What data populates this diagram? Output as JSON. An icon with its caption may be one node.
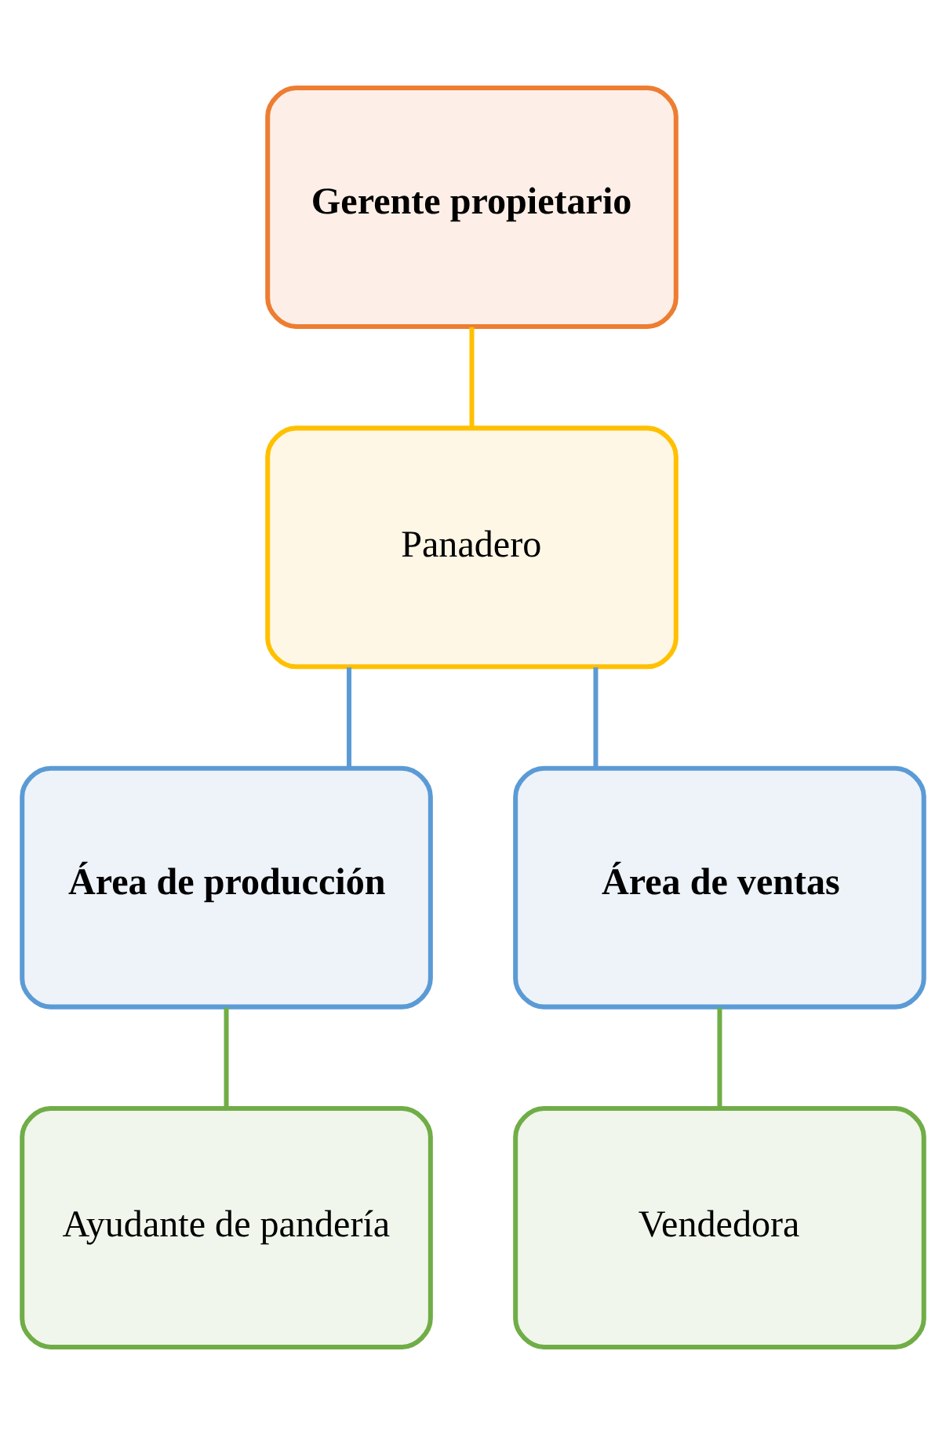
{
  "diagram": {
    "nodes": [
      {
        "text": [
          "Gerente propietario"
        ]
      },
      {
        "text": [
          "Panadero"
        ]
      },
      {
        "text": [
          "Área de producción"
        ]
      },
      {
        "text": [
          "Área de ventas"
        ]
      },
      {
        "text": [
          "Ayudante de pandería"
        ]
      },
      {
        "text": [
          "Vendedora"
        ]
      }
    ],
    "edges": [
      {
        "from": 0,
        "to": 1,
        "arrow": "none",
        "color": "#ffc000"
      },
      {
        "from": 1,
        "to": 2,
        "arrow": "none",
        "color": "#5b9bd5"
      },
      {
        "from": 1,
        "to": 3,
        "arrow": "none",
        "color": "#5b9bd5"
      },
      {
        "from": 2,
        "to": 4,
        "arrow": "none",
        "color": "#70ad47"
      },
      {
        "from": 3,
        "to": 5,
        "arrow": "none",
        "color": "#70ad47"
      }
    ]
  }
}
